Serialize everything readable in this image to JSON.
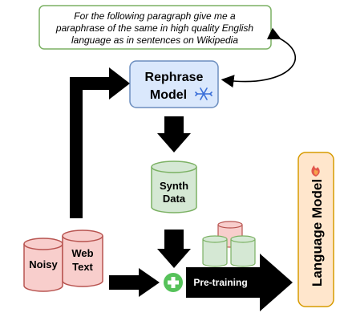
{
  "prompt_box": {
    "lines": [
      "For the following paragraph give me a",
      "paraphrase of the same in high quality English",
      "language as in sentences on Wikipedia"
    ]
  },
  "rephrase_model": {
    "line1": "Rephrase",
    "line2": "Model"
  },
  "synth_data": {
    "line1": "Synth",
    "line2": "Data"
  },
  "noisy_web_text": {
    "noisy_label": "Noisy",
    "web_label": "Web",
    "text_label": "Text"
  },
  "pretraining": {
    "label": "Pre-training"
  },
  "language_model": {
    "label": "Language Model"
  },
  "colors": {
    "green_stroke": "#7bb163",
    "green_fill": "#d5e8d4",
    "blue_fill": "#dae8fc",
    "blue_stroke": "#6c8ebf",
    "red_fill": "#f8cecc",
    "red_stroke": "#b85450",
    "orange_fill": "#ffe6cc",
    "orange_stroke": "#d79b00",
    "plus_green": "#56c25a",
    "arrow": "#000000",
    "snowflake": "#3a6fd8"
  },
  "icons": [
    "snowflake-icon",
    "flame-icon",
    "plus-icon"
  ]
}
